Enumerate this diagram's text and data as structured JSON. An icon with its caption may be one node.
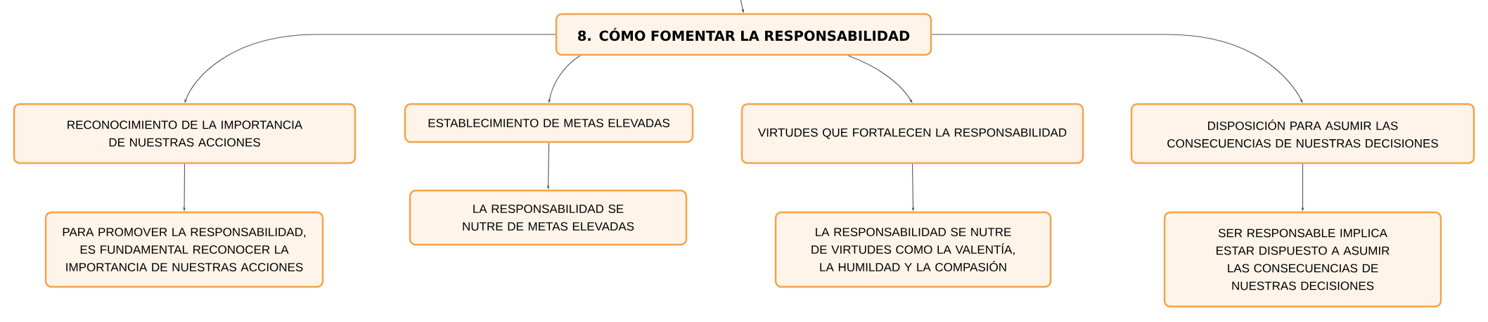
{
  "diagram": {
    "nodes": [
      {
        "text": [
          "8. CÓMO FOMENTAR LA RESPONSABILIDAD"
        ]
      },
      {
        "text": [
          "RECONOCIMIENTO DE LA IMPORTANCIA DE NUESTRAS ACCIONES"
        ]
      },
      {
        "text": [
          "ESTABLECIMIENTO DE METAS ELEVADAS"
        ]
      },
      {
        "text": [
          "VIRTUDES QUE FORTALECEN LA RESPONSABILIDAD"
        ]
      },
      {
        "text": [
          "DISPOSICIÓN PARA ASUMIR LAS CONSECUENCIAS DE NUESTRAS DECISIONES"
        ]
      },
      {
        "text": [
          "PARA PROMOVER LA RESPONSABILIDAD, ES FUNDAMENTAL RECONOCER LA IMPORTANCIA DE NUESTRAS ACCIONES"
        ]
      },
      {
        "text": [
          "LA RESPONSABILIDAD SE NUTRE DE METAS ELEVADAS"
        ]
      },
      {
        "text": [
          "LA RESPONSABILIDAD SE NUTRE DE VIRTUDES COMO LA VALENTÍA, LA HUMILDAD Y LA COMPASIÓN"
        ]
      },
      {
        "text": [
          "SER RESPONSABLE IMPLICA ESTAR DISPUESTO A ASUMIR LAS CONSECUENCIAS DE NUESTRAS DECISIONES"
        ]
      }
    ],
    "edges": [
      {
        "from": null,
        "to": 0,
        "arrow": "to"
      },
      {
        "from": 0,
        "to": 1,
        "arrow": "to"
      },
      {
        "from": 0,
        "to": 2,
        "arrow": "to"
      },
      {
        "from": 0,
        "to": 3,
        "arrow": "to"
      },
      {
        "from": 0,
        "to": 4,
        "arrow": "to"
      },
      {
        "from": 1,
        "to": 5,
        "arrow": "to"
      },
      {
        "from": 2,
        "to": 6,
        "arrow": "to"
      },
      {
        "from": 3,
        "to": 7,
        "arrow": "to"
      },
      {
        "from": 4,
        "to": 8,
        "arrow": "to"
      }
    ]
  }
}
